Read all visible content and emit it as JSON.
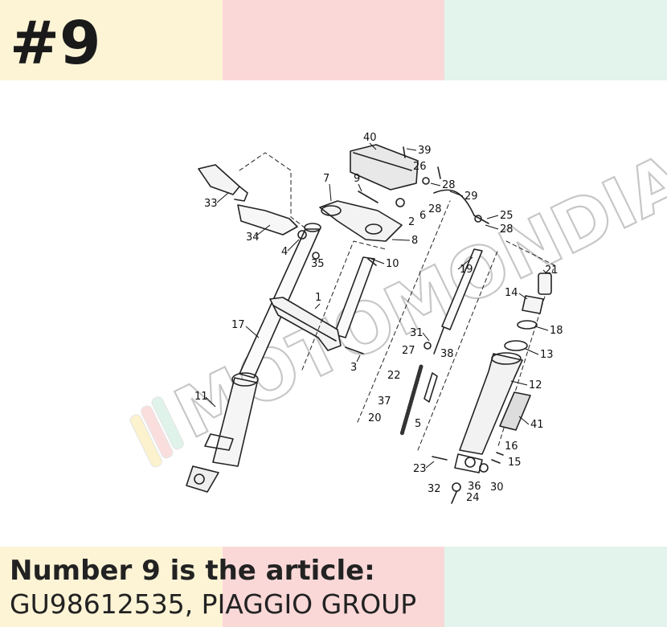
{
  "colors": {
    "band_yellow": "#fdf4d6",
    "band_pink": "#fad8d8",
    "band_mint": "#e2f4ec"
  },
  "header": {
    "number": "#9"
  },
  "diagram": {
    "watermark": "MOTOMONDIA",
    "callouts": [
      "40",
      "39",
      "26",
      "7",
      "9",
      "28",
      "29",
      "33",
      "2",
      "6",
      "28",
      "25",
      "28",
      "34",
      "8",
      "4",
      "35",
      "10",
      "19",
      "21",
      "14",
      "1",
      "17",
      "18",
      "31",
      "3",
      "27",
      "38",
      "13",
      "22",
      "12",
      "37",
      "5",
      "20",
      "41",
      "11",
      "16",
      "23",
      "15",
      "32",
      "36",
      "30",
      "24"
    ]
  },
  "caption": {
    "line1": "Number 9 is the article:",
    "line2": "GU98612535, PIAGGIO GROUP"
  }
}
